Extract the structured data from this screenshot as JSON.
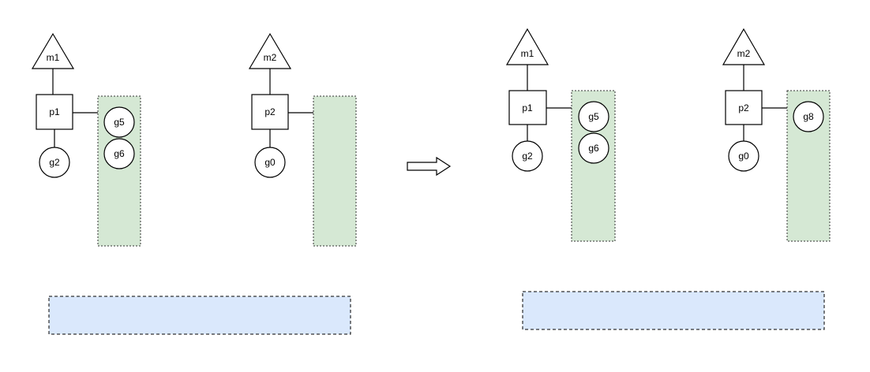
{
  "colors": {
    "local_run_queue": "#d5e8d4",
    "global_run_queue": "#dae8fc",
    "stroke": "#000000"
  },
  "before": {
    "m1": "m1",
    "p1": "p1",
    "p1_running": "g2",
    "p1_queue": [
      "g5",
      "g6"
    ],
    "m2": "m2",
    "p2": "p2",
    "p2_running": "g0",
    "p2_queue": []
  },
  "arrow_icon": "right-arrow",
  "after": {
    "m1": "m1",
    "p1": "p1",
    "p1_running": "g2",
    "p1_queue": [
      "g5",
      "g6"
    ],
    "m2": "m2",
    "p2": "p2",
    "p2_running": "g0",
    "p2_queue": [
      "g8"
    ]
  }
}
